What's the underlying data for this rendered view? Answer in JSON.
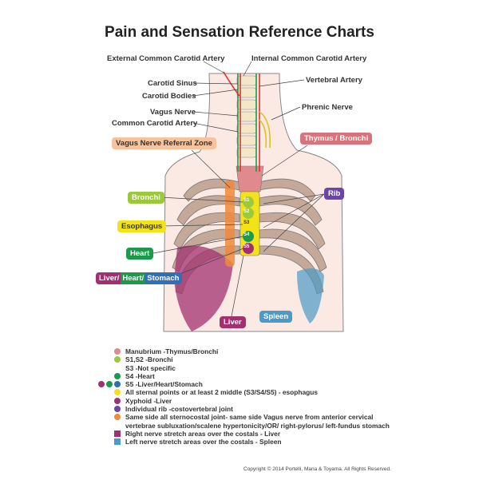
{
  "title": "Pain and Sensation Reference Charts",
  "labels": {
    "external_carotid": "External Common Carotid Artery",
    "internal_carotid": "Internal Common Carotid Artery",
    "carotid_sinus": "Carotid Sinus",
    "carotid_bodies": "Carotid Bodies",
    "vagus_nerve": "Vagus Nerve",
    "common_carotid": "Common Carotid Artery",
    "vertebral_artery": "Vertebral Artery",
    "phrenic_nerve": "Phrenic Nerve"
  },
  "badges": {
    "vagus_zone": "Vagus Nerve Referral Zone",
    "thymus": "Thymus / Bronchi",
    "bronchi": "Bronchi",
    "rib": "Rib",
    "esophagus": "Esophagus",
    "heart": "Heart",
    "liver_part": "Liver/",
    "heart_part": "Heart/",
    "stomach_part": "Stomach",
    "liver": "Liver",
    "spleen": "Spleen"
  },
  "sternal_points": [
    "S1",
    "S2",
    "S3",
    "S4",
    "S5"
  ],
  "legend": [
    "Manubrium -Thymus/Bronchi",
    "S1,S2 -Bronchi",
    "S3 -Not specific",
    "S4 -Heart",
    "S5 -Liver/Heart/Stomach",
    "All sternal points or at least 2 middle (S3/S4/S5) - esophagus",
    "Xyphoid -Liver",
    "Individual rib -costovertebral joint",
    "Same side all sternocostal joint- same side Vagus nerve from anterior cervical",
    "vertebrae subluxation/scalene hypertonicity/OR/ right-pylorus/ left-fundus stomach",
    "Right nerve stretch areas over the costals - Liver",
    "Left nerve stretch areas over the costals - Spleen"
  ],
  "colors": {
    "manubrium": "#e08a8e",
    "bronchi": "#9cc83c",
    "heart": "#1a9a4a",
    "liver": "#a23070",
    "stomach": "#2f6fb6",
    "esophagus": "#f2e21a",
    "rib": "#6b46a6",
    "vagus": "#f08a3c",
    "spleen": "#4b9ac8"
  },
  "copyright": "Copyright © 2014 Portelli, Mana & Toyama. All Rights Reserved."
}
